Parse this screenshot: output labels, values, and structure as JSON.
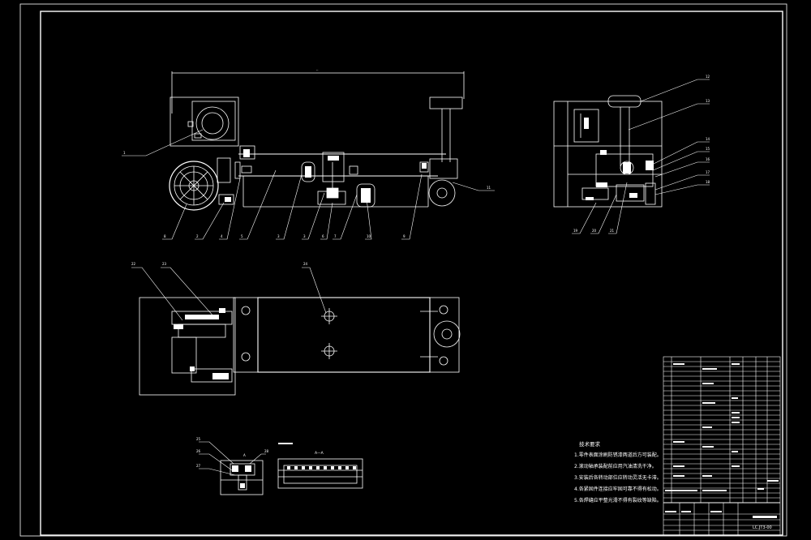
{
  "drawing": {
    "background": "#000000",
    "line_color": "#ffffff",
    "accent_color": "#00ff00"
  },
  "balloons": {
    "front_view": [
      "1",
      "8",
      "2",
      "4",
      "5",
      "3",
      "3",
      "6",
      "7",
      "10",
      "9",
      "11"
    ],
    "side_view": [
      "12",
      "13",
      "14",
      "15",
      "16",
      "17",
      "18",
      "19",
      "20",
      "21"
    ],
    "top_view": [
      "22",
      "23",
      "24"
    ],
    "detail": [
      "25",
      "26",
      "27",
      "28"
    ]
  },
  "section_label": "A—A",
  "detail_label": "A",
  "tech_notes": {
    "title": "技术要求",
    "items": [
      "1.零件表面涂刷防锈漆两道后方可装配。",
      "2.滚动轴承装配前应用汽油清洗干净。",
      "3.安装后各转动部位应转动灵活无卡滞。",
      "4.各紧固件连接应牢固可靠不得有松动。",
      "5.各焊缝应平整光滑不得有裂纹等缺陷。"
    ]
  },
  "title_block": {
    "drawing_no": "LC.JT3-00"
  }
}
